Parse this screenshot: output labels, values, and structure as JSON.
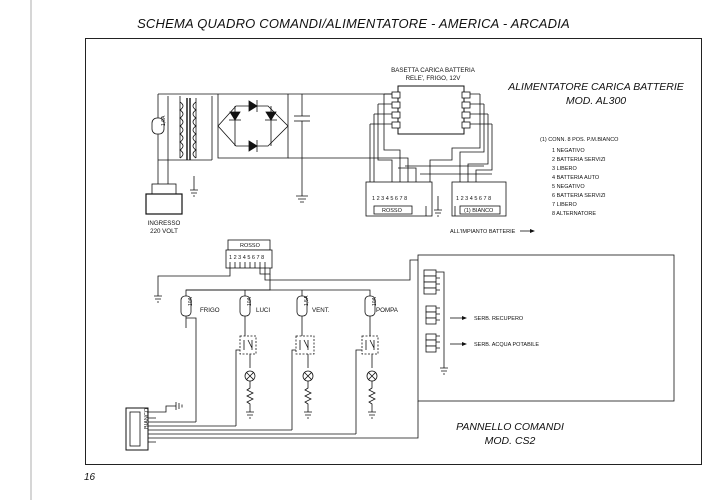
{
  "page": {
    "title": "SCHEMA QUADRO COMANDI/ALIMENTATORE - AMERICA - ARCADIA",
    "number": "16"
  },
  "alimentatore": {
    "title_line1": "ALIMENTATORE CARICA BATTERIE",
    "title_line2": "MOD. AL300",
    "relay_board_line1": "BASETTA CARICA BATTERIA",
    "relay_board_line2": "RELE', FRIGO, 12V",
    "input_label_line1": "INGRESSO",
    "input_label_line2": "220 VOLT",
    "fuse_label": "1,6A",
    "connector_rosso": "ROSSO",
    "connector_bianco": "(1) BIANCO",
    "pin_numbers": "1 2 3 4 5 6 7 8",
    "to_batteries": "ALL'IMPIANTO BATTERIE"
  },
  "legend": {
    "header": "(1) CONN. 8 POS. P.M.BIANCO",
    "items": [
      "1  NEGATIVO",
      "2  BATTERIA SERVIZI",
      "3  LIBERO",
      "4  BATTERIA AUTO",
      "5  NEGATIVO",
      "6  BATTERIA SERVIZI",
      "7  LIBERO",
      "8  ALTERNATORE"
    ]
  },
  "pannello": {
    "title_line1": "PANNELLO COMANDI",
    "title_line2": "MOD. CS2",
    "connector_rosso": "ROSSO",
    "pin_numbers": "1 2 3 4 5 6 7 8",
    "bianco_connector": "BIANCO",
    "switches": [
      {
        "name": "FRIGO",
        "fuse": "10A"
      },
      {
        "name": "LUCI",
        "fuse": "10A"
      },
      {
        "name": "VENT.",
        "fuse": "1,5A"
      },
      {
        "name": "POMPA",
        "fuse": "10A"
      }
    ],
    "serb_recupero": "SERB. RECUPERO",
    "serb_acqua": "SERB. ACQUA POTABILE"
  }
}
